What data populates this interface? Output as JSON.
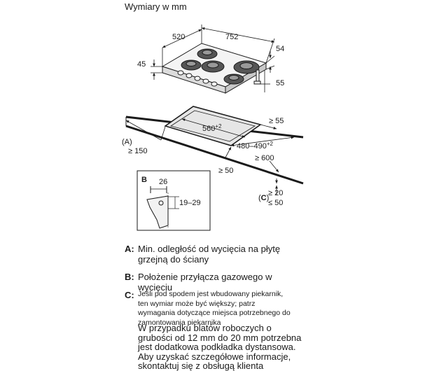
{
  "title": "Wymiary w mm",
  "hob_dimensions": {
    "depth": "520",
    "width": "752",
    "height_total": "45",
    "height_fitting": "54",
    "depth_below": "55"
  },
  "cutout": {
    "width": "560",
    "width_tolerance": "+2",
    "depth": "480–490",
    "depth_tolerance": "+2",
    "min_back": "≥ 55",
    "min_side_a": "≥ 150",
    "min_worktop_depth": "≥ 600",
    "min_front": "≥ 50",
    "thickness_min": "≥ 20",
    "thickness_max": "≤ 50"
  },
  "detail_b": {
    "letter": "B",
    "offset": "26",
    "range": "19–29"
  },
  "markers": {
    "a": "(A)",
    "c_open": "(",
    "c_letter": "C",
    "c_close": ")"
  },
  "legend": {
    "a_key": "A:",
    "a_text_1": "Min. odległość od wycięcia na płytę",
    "a_text_2": "grzejną do ściany",
    "b_key": "B:",
    "b_text_1": "Położenie przyłącza gazowego w",
    "b_text_2": "wycięciu",
    "c_key": "C:",
    "c_small_1": "Jeśli pod spodem jest wbudowany piekarnik,",
    "c_small_2": "ten wymiar może być większy; patrz",
    "c_small_3": "wymagania dotyczące miejsca potrzebnego do",
    "c_small_4": "zamontowania piekarnika",
    "c_text_1": "W przypadku blatów roboczych o",
    "c_text_2": "grubości od 12 mm do 20 mm potrzebna",
    "c_text_3": "jest dodatkowa podkładka dystansowa.",
    "c_text_4": "Aby uzyskać szczegółowe informacje,",
    "c_text_5": "skontaktuj się z obsługą klienta"
  }
}
